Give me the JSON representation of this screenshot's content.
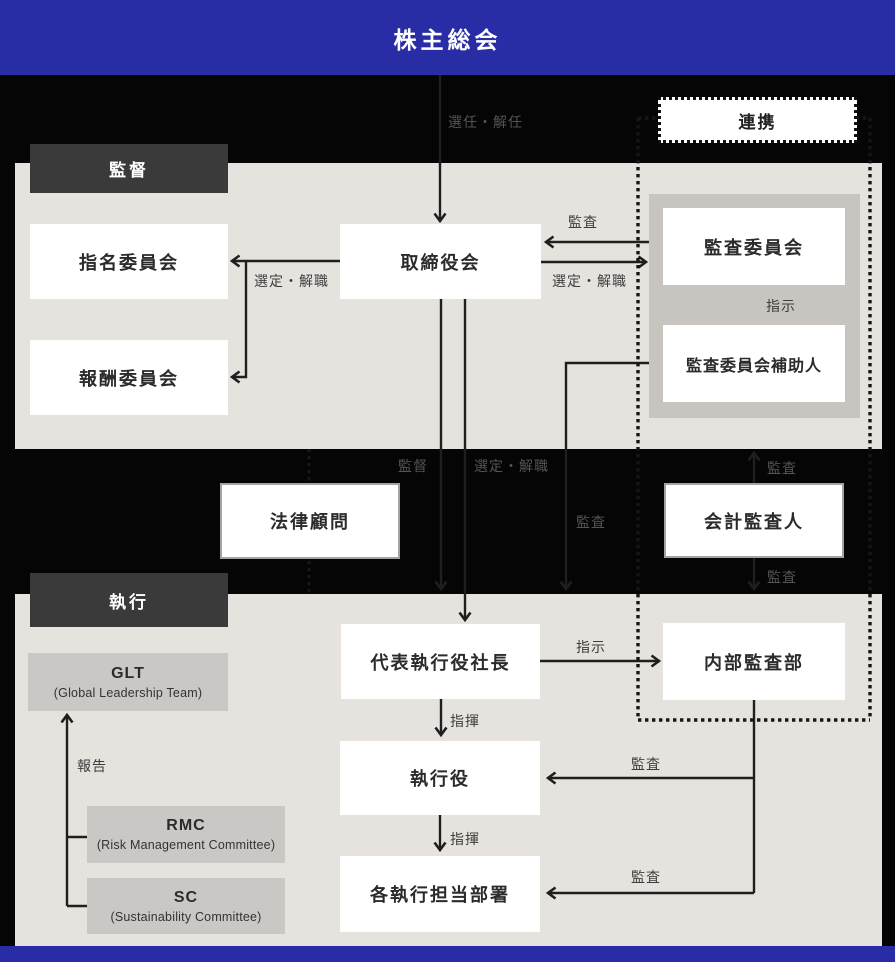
{
  "header": {
    "title": "株主総会"
  },
  "sections": {
    "supervision": {
      "label": "監督"
    },
    "execution": {
      "label": "執行"
    }
  },
  "connector_box": {
    "label": "連携"
  },
  "nodes": {
    "nomination_committee": {
      "label": "指名委員会"
    },
    "compensation_committee": {
      "label": "報酬委員会"
    },
    "board_of_directors": {
      "label": "取締役会"
    },
    "audit_committee": {
      "label": "監査委員会"
    },
    "audit_committee_assistant": {
      "label": "監査委員会補助人"
    },
    "legal_advisor": {
      "label": "法律顧問"
    },
    "accounting_auditor": {
      "label": "会計監査人"
    },
    "president_ceo": {
      "label": "代表執行役社長"
    },
    "internal_audit_dept": {
      "label": "内部監査部"
    },
    "executive_officers": {
      "label": "執行役"
    },
    "executive_departments": {
      "label": "各執行担当部署"
    },
    "glt": {
      "label": "GLT",
      "sublabel": "(Global Leadership Team)"
    },
    "rmc": {
      "label": "RMC",
      "sublabel": "(Risk Management Committee)"
    },
    "sc": {
      "label": "SC",
      "sublabel": "(Sustainability Committee)"
    }
  },
  "edge_labels": {
    "appoint_dismiss": "選任・解任",
    "audit_to_board": "監査",
    "select_remove_committees": "選定・解職",
    "select_remove_audit_committee": "選定・解職",
    "instruct_assistant": "指示",
    "supervise": "監督",
    "select_remove_president": "選定・解職",
    "audit_from_assistant": "監査",
    "auditor_audit_up": "監査",
    "auditor_audit_down": "監査",
    "instruct_internal_audit": "指示",
    "command_to_officers": "指揮",
    "command_to_departments": "指揮",
    "report_to_glt": "報告",
    "audit_exec_officers": "監査",
    "audit_exec_departments": "監査"
  },
  "colors": {
    "accent_blue": "#282da6",
    "page_background": "#050505",
    "panel_gray": "#e6e3df",
    "container_gray": "#c8c5c1",
    "box_gray": "#cac8c5",
    "dark_label": "#3a3a3a",
    "line": "#1f1f1f"
  }
}
